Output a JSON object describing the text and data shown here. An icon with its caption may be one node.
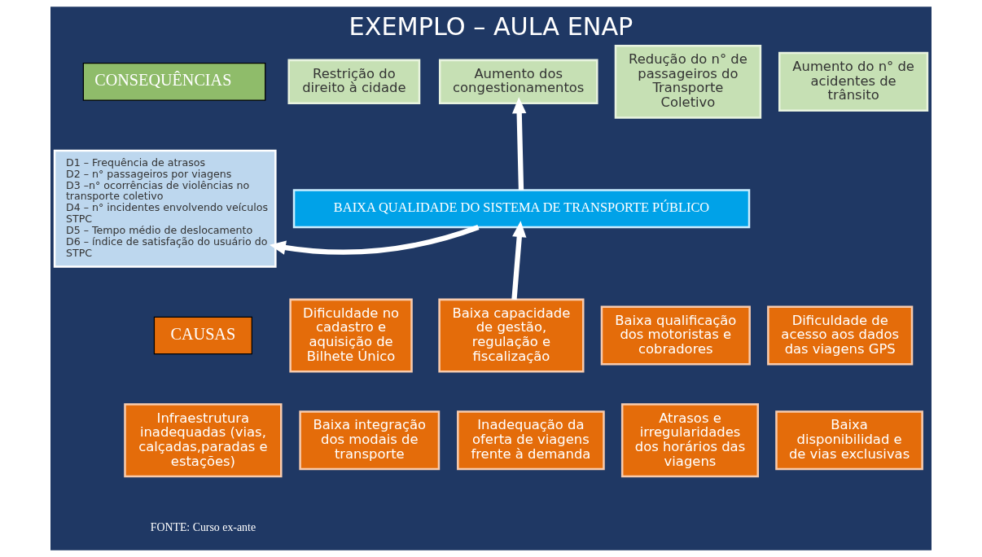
{
  "diagram": {
    "title": "EXEMPLO – AULA ENAP",
    "caption": "FONTE: Curso ex-ante",
    "nodes": [
      {
        "text": [
          "CONSEQUÊNCIAS"
        ]
      },
      {
        "text": [
          "Restrição do direito à cidade"
        ]
      },
      {
        "text": [
          "Aumento dos congestionamentos"
        ]
      },
      {
        "text": [
          "Redução do n° de passageiros do Transporte Coletivo"
        ]
      },
      {
        "text": [
          "Aumento do n° de acidentes de trânsito"
        ]
      },
      {
        "text": [
          "D1 – Frequência de atrasos",
          "D2 – n° passageiros por viagens",
          "D3 –n° ocorrências de violências no transporte coletivo",
          "D4 – n° incidentes envolvendo veículos STPC",
          "D5 – Tempo médio de deslocamento",
          "D6 – índice de satisfação do usuário do STPC"
        ]
      },
      {
        "text": [
          "BAIXA QUALIDADE DO SISTEMA DE TRANSPORTE PÚBLICO"
        ]
      },
      {
        "text": [
          "CAUSAS"
        ]
      },
      {
        "text": [
          "Dificuldade no cadastro e aquisição de Bilhete Único"
        ]
      },
      {
        "text": [
          "Baixa capacidade de gestão, regulação e fiscalização"
        ]
      },
      {
        "text": [
          "Baixa qualificação dos motoristas e cobradores"
        ]
      },
      {
        "text": [
          "Dificuldade de acesso aos dados das viagens GPS"
        ]
      },
      {
        "text": [
          "Infraestrutura inadequadas (vias, calçadas,paradas e estações)"
        ]
      },
      {
        "text": [
          "Baixa integração dos modais de transporte"
        ]
      },
      {
        "text": [
          "Inadequação da oferta de viagens frente à demanda"
        ]
      },
      {
        "text": [
          "Atrasos e irregularidades dos horários das viagens"
        ]
      },
      {
        "text": [
          "Baixa disponibilidad e de vias exclusivas"
        ]
      }
    ],
    "edges": [
      {
        "from": 6,
        "to": 2,
        "arrow": "to"
      },
      {
        "from": 6,
        "to": 5,
        "arrow": "to"
      },
      {
        "from": 9,
        "to": 6,
        "arrow": "to"
      }
    ]
  }
}
